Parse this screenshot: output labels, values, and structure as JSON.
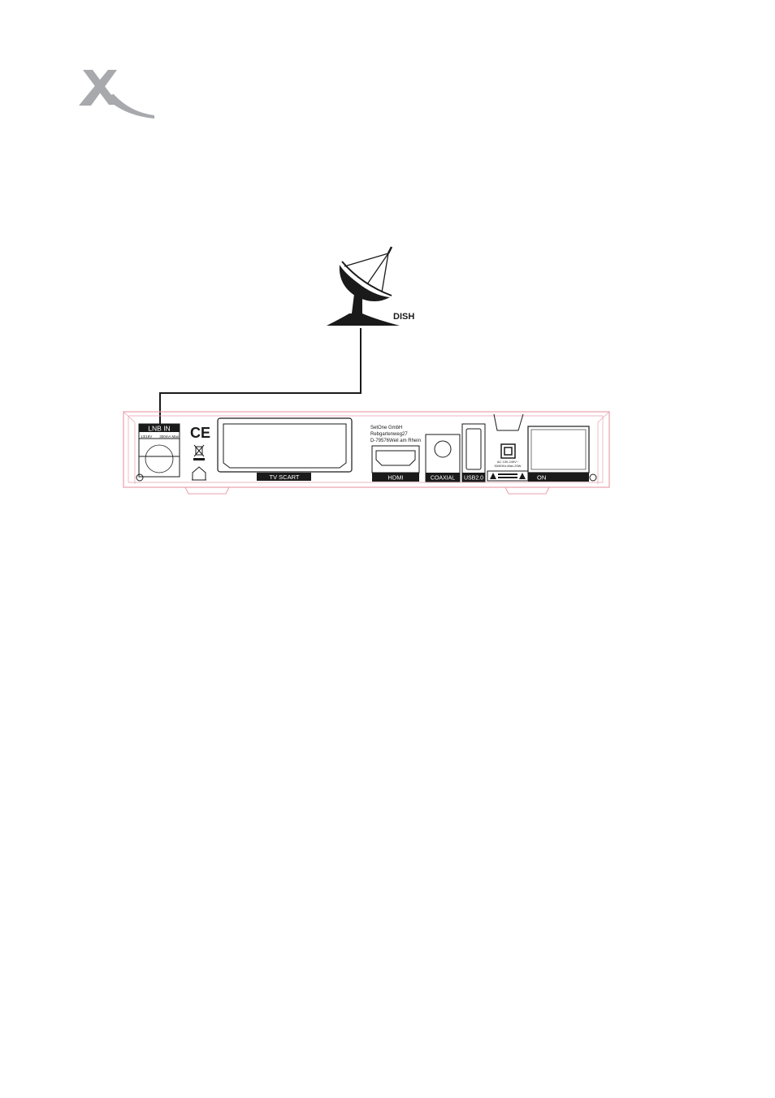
{
  "diagram": {
    "dish_label": "DISH",
    "panel": {
      "lnb_title": "LNB IN",
      "lnb_spec_left": "13/18V",
      "lnb_spec_right": "300mA Max",
      "ce_mark": "CE",
      "weee_code": "",
      "scart_label": "TV SCART",
      "address_line1": "SetOne GmbH",
      "address_line2": "Rebgartenweg27",
      "address_line3": "D-79576Weil am Rhein",
      "hdmi_label": "HDMI",
      "coaxial_label": "COAXIAL",
      "usb_label": "USB2.0",
      "power_line1": "AC 100-240V~",
      "power_line2": "50/60Hz,Max.20W",
      "on_label": "ON"
    }
  },
  "colors": {
    "logo_gray": "#a7a9ac",
    "outline_red": "#e8a0ac",
    "black": "#1a1a1a"
  }
}
